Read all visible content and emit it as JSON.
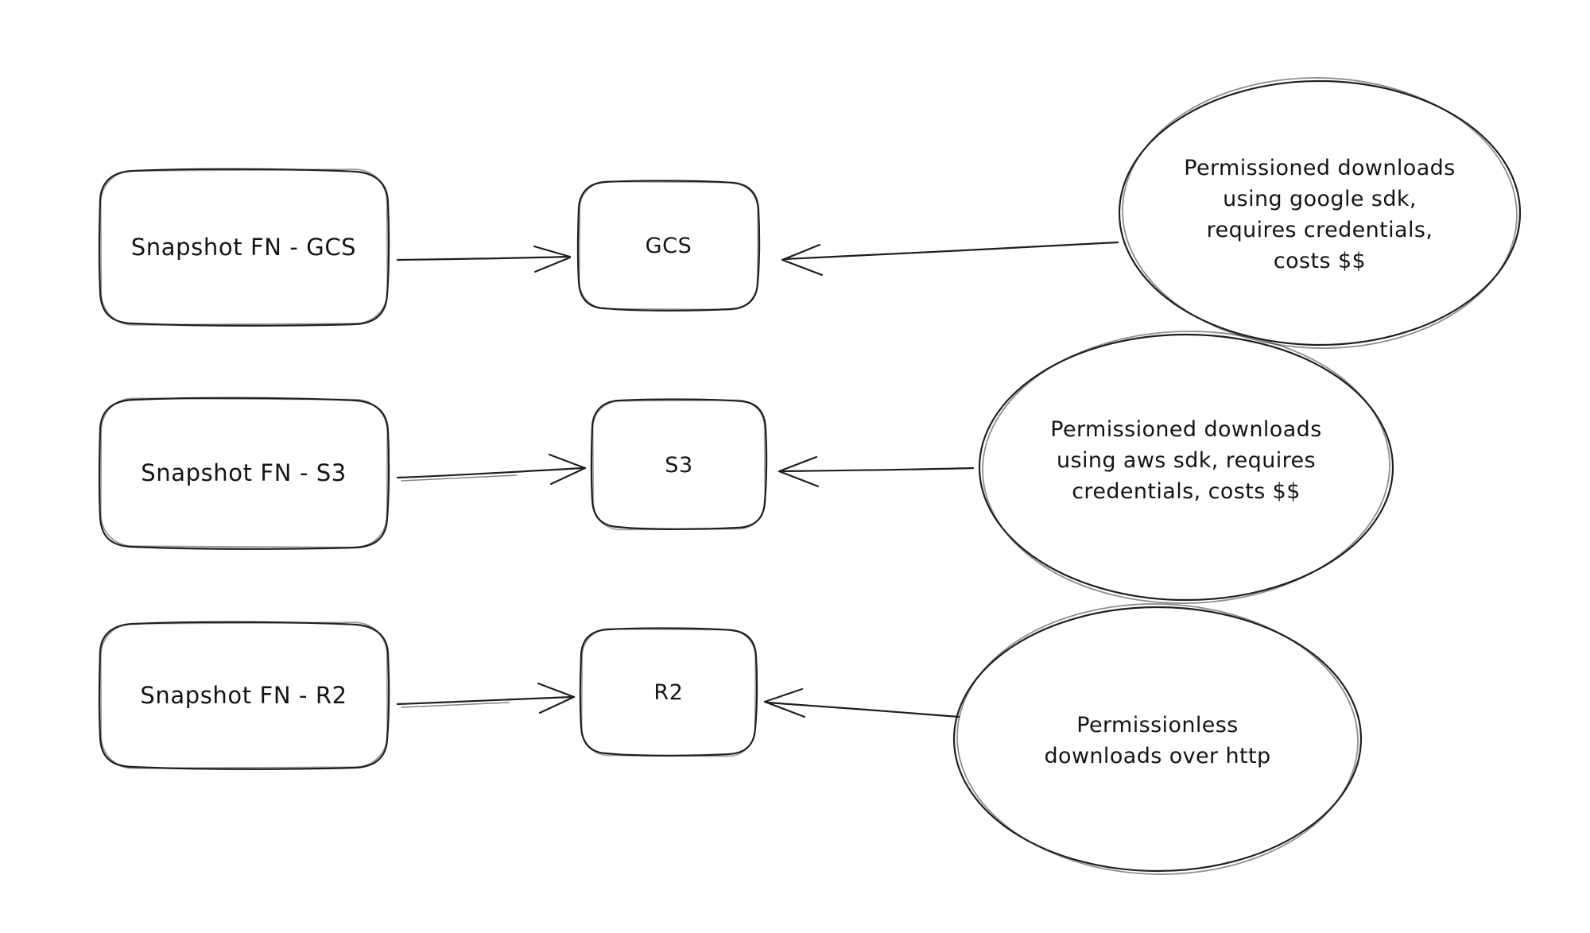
{
  "diagram": {
    "background_color": "#ffffff",
    "stroke_color": "#1f1f1f",
    "text_color": "#141414",
    "style": "hand-drawn whiteboard sketch",
    "rows": [
      {
        "id": "gcs",
        "source_label": "Snapshot FN - GCS",
        "target_label": "GCS",
        "bubble_lines": [
          "Permissioned downloads",
          "using google sdk,",
          "requires credentials,",
          "costs $$"
        ]
      },
      {
        "id": "s3",
        "source_label": "Snapshot FN - S3",
        "target_label": "S3",
        "bubble_lines": [
          "Permissioned downloads",
          "using aws sdk, requires",
          "credentials, costs $$"
        ]
      },
      {
        "id": "r2",
        "source_label": "Snapshot FN - R2",
        "target_label": "R2",
        "bubble_lines": [
          "Permissionless",
          "downloads over http"
        ]
      }
    ]
  }
}
